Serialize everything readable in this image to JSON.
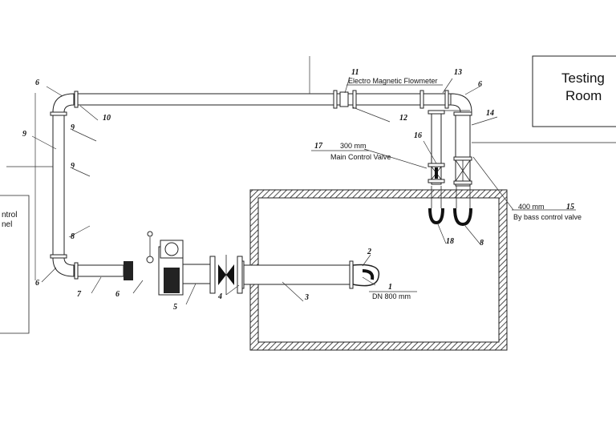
{
  "rooms": {
    "testing_line1": "Testing",
    "testing_line2": "Room",
    "control_line1": "ntrol",
    "control_line2": "nel"
  },
  "annotations": {
    "flowmeter": "Electro Magnetic Flowmeter",
    "main_valve_size": "300 mm",
    "main_valve_name": "Main Control Valve",
    "bypass_size": "400 mm",
    "bypass_name": "By bass control valve",
    "dn": "DN 800 mm"
  },
  "numbers": {
    "n1": "1",
    "n2": "2",
    "n3": "3",
    "n4": "4",
    "n5": "5",
    "n6a": "6",
    "n6b": "6",
    "n6c": "6",
    "n6d": "6",
    "n7": "7",
    "n8a": "8",
    "n8b": "8",
    "n9a": "9",
    "n9b": "9",
    "n9c": "9",
    "n10": "10",
    "n11": "11",
    "n12": "12",
    "n13": "13",
    "n14": "14",
    "n15": "15",
    "n16": "16",
    "n17": "17",
    "n18": "18"
  }
}
